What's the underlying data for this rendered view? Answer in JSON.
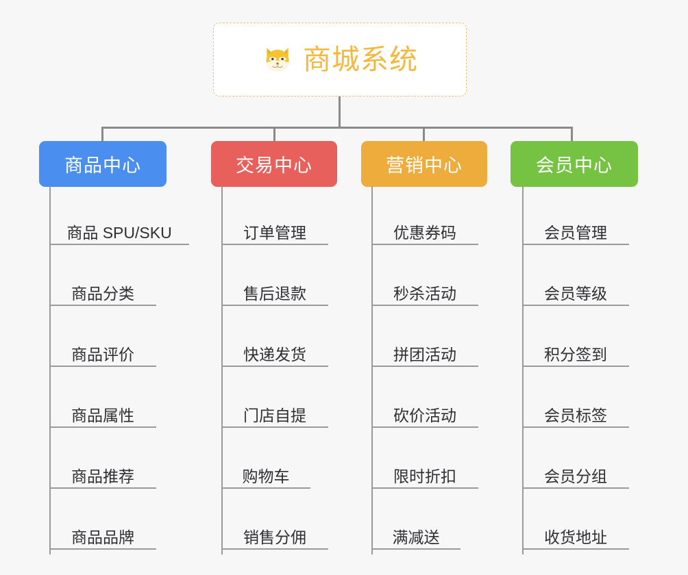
{
  "diagram": {
    "title": "商城系统",
    "background_color": "#f7f7f7",
    "root": {
      "label": "商城系统",
      "icon": "shiba-dog-face-icon",
      "text_color": "#f3b93f",
      "border_color": "#f0c070",
      "fill_color": "#ffffff"
    },
    "connector_color": "#8a8a8a",
    "branches": [
      {
        "label": "商品中心",
        "color": "#4a8ef0",
        "items": [
          "商品 SPU/SKU",
          "商品分类",
          "商品评价",
          "商品属性",
          "商品推荐",
          "商品品牌"
        ]
      },
      {
        "label": "交易中心",
        "color": "#e8605c",
        "items": [
          "订单管理",
          "售后退款",
          "快递发货",
          "门店自提",
          "购物车",
          "销售分佣"
        ]
      },
      {
        "label": "营销中心",
        "color": "#eeac3c",
        "items": [
          "优惠券码",
          "秒杀活动",
          "拼团活动",
          "砍价活动",
          "限时折扣",
          "满减送"
        ]
      },
      {
        "label": "会员中心",
        "color": "#76c243",
        "items": [
          "会员管理",
          "会员等级",
          "积分签到",
          "会员标签",
          "会员分组",
          "收货地址"
        ]
      }
    ]
  }
}
